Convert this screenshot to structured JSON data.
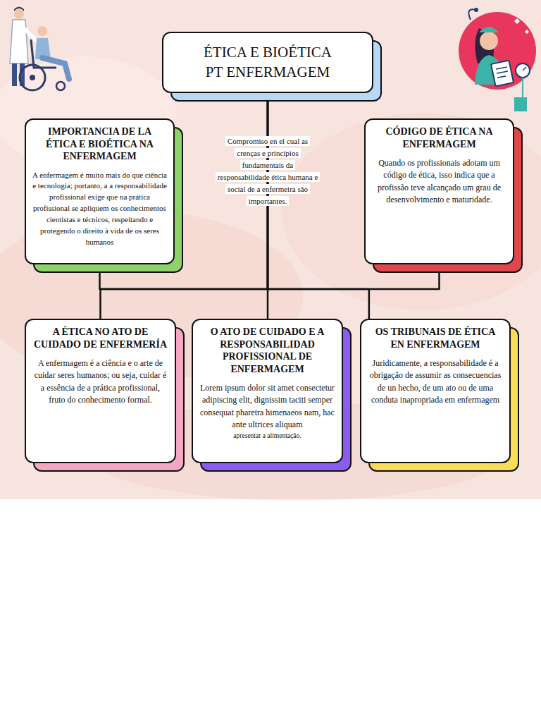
{
  "diagram": {
    "nodes": [
      {
        "text": [
          "ÉTICA E BIOÉTICA PT ENFERMAGEM"
        ]
      },
      {
        "text": [
          "IMPORTANCIA DE LA ÉTICA E BIOÉTICA NA ENFERMAGEM",
          "A enfermagem é muito mais do que ciência e tecnologia; portanto, a a responsabilidade profissional exige que na prática profissional se apliquem os conhecimentos cientistas e técnicos, respeitando e protegendo o direito à vida de os seres humanos"
        ]
      },
      {
        "text": [
          "CÓDIGO DE ÉTICA NA ENFERMAGEM",
          "Quando os profissionais adotam um código de ética, isso indica que a profissão teve alcançado um grau de desenvolvimento e maturidade."
        ]
      },
      {
        "text": [
          "A ÉTICA NO ATO DE CUIDADO DE ENFERMERÍA",
          "A enfermagem é a ciência e o arte de cuidar seres humanos; ou seja, cuidar é a essência de a prática profissional, fruto do conhecimento formal."
        ]
      },
      {
        "text": [
          "O ATO DE CUIDADO E A RESPONSABILIDAD PROFISSIONAL DE ENFERMAGEM",
          "Lorem ipsum dolor sit amet consectetur adipiscing elit, dignissim taciti semper consequat pharetra himenaeos nam, hac ante ultrices aliquam",
          "apresentar a alimentação."
        ]
      },
      {
        "text": [
          "OS TRIBUNAIS DE ÉTICA EN ENFERMAGEM",
          "Juridicamente, a responsabilidade é a obrigação de assumir as consecuencias de un hecho, de um ato ou de uma conduta inapropriada em enfermagem"
        ]
      }
    ],
    "edges": [
      {
        "from": 0,
        "to": 1,
        "arrow": "none"
      },
      {
        "from": 0,
        "to": 2,
        "arrow": "none"
      },
      {
        "from": 0,
        "to": 3,
        "arrow": "none"
      },
      {
        "from": 0,
        "to": 4,
        "arrow": "none"
      },
      {
        "from": 0,
        "to": 5,
        "arrow": "none"
      }
    ],
    "labels": [
      "Compromiso en el cual as crenças e princípios fundamentais da responsabilidade ética humana e social de a enfermeira são importantes."
    ]
  }
}
